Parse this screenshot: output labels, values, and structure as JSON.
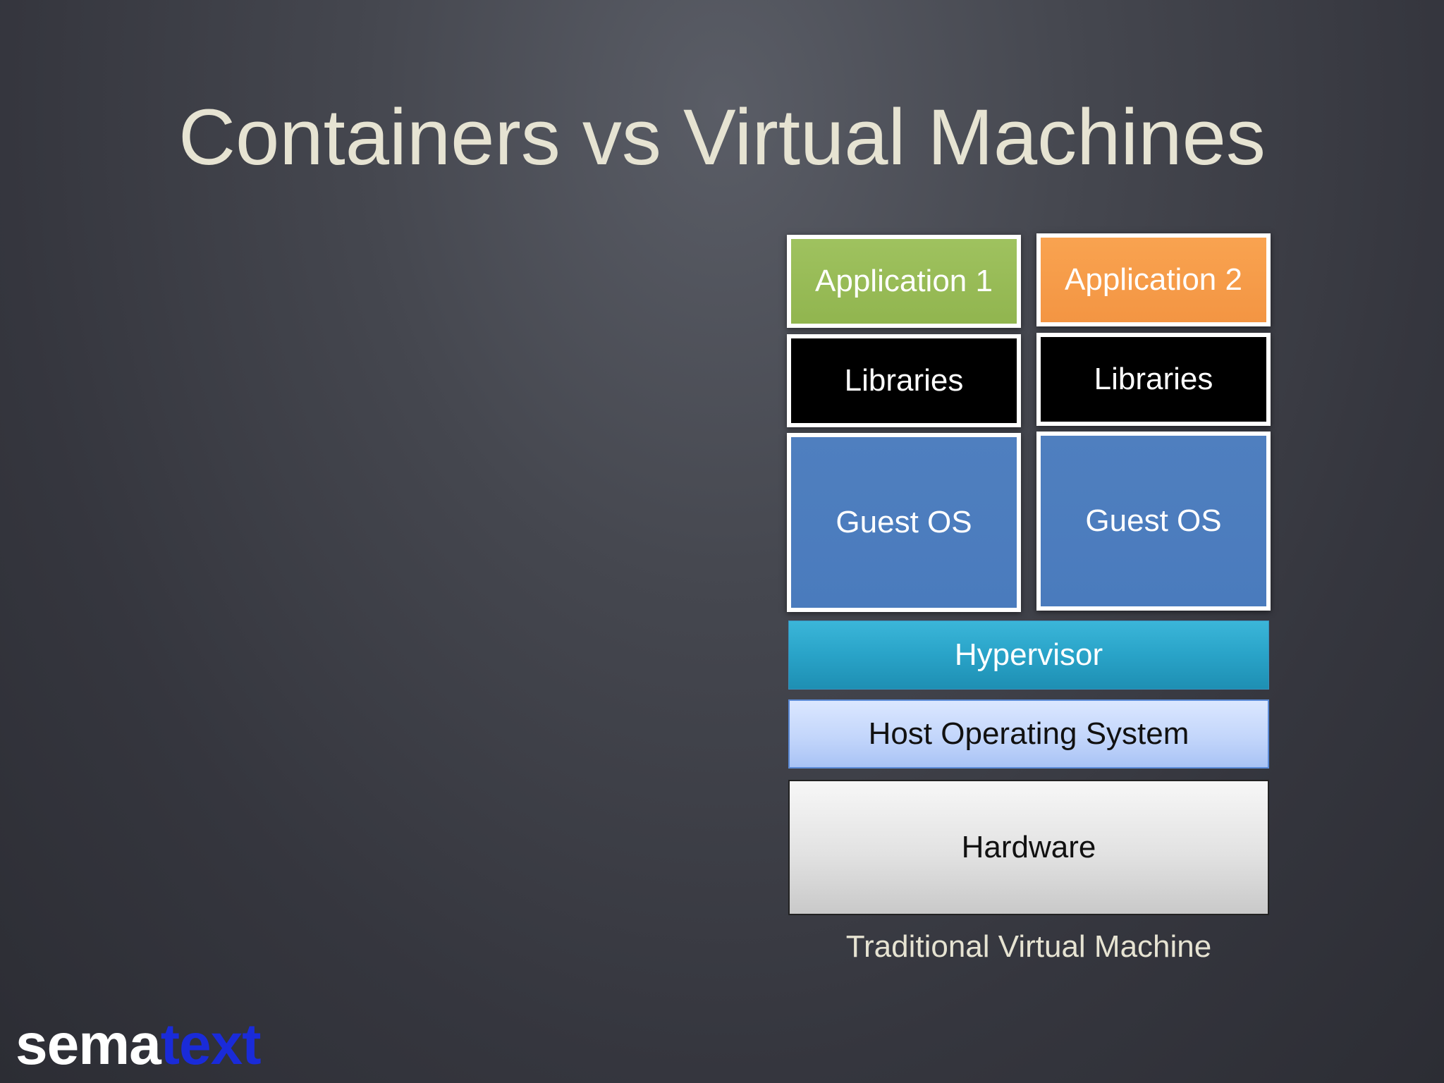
{
  "slide": {
    "title": "Containers vs Virtual Machines",
    "caption": "Traditional Virtual Machine"
  },
  "stack": {
    "app1": "Application 1",
    "app2": "Application 2",
    "lib1": "Libraries",
    "lib2": "Libraries",
    "guest1": "Guest OS",
    "guest2": "Guest OS",
    "hypervisor": "Hypervisor",
    "host_os": "Host Operating System",
    "hardware": "Hardware"
  },
  "logo": {
    "part1": "sema",
    "part2": "text"
  },
  "colors": {
    "app1": "#9bbd59",
    "app2": "#f79a48",
    "libraries": "#000000",
    "guest_os": "#4f7fbf",
    "hypervisor": "#2aa4c9",
    "host_os": "#c3d6fb",
    "hardware": "#e0e0e0",
    "logo_accent": "#1a2bd9"
  }
}
